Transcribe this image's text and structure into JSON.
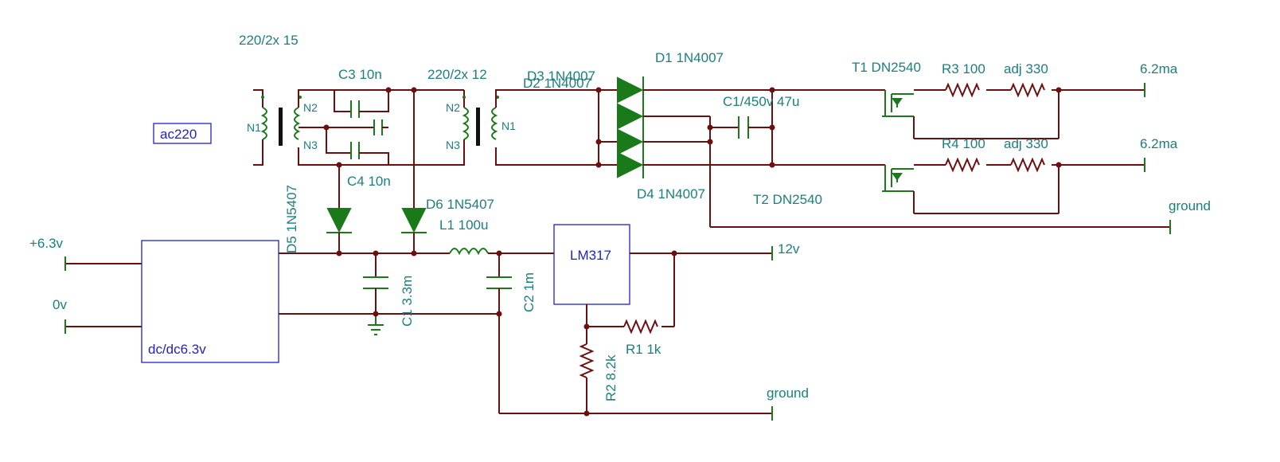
{
  "labels": {
    "t1_ratio": "220/2x 15",
    "t2_ratio": "220/2x 12",
    "ac_in": "ac220",
    "n1a": "N1",
    "n2a": "N2",
    "n3a": "N3",
    "n1b": "N1",
    "n2b": "N2",
    "n3b": "N3",
    "c3": "C3 10n",
    "c4": "C4 10n",
    "d3": "D3 1N4007",
    "d2": "D2 1N4007",
    "d1": "D1 1N4007",
    "d4": "D4 1N4007",
    "c1hv": "C1/450v 47u",
    "t1": "T1 DN2540",
    "t2": "T2 DN2540",
    "r3": "R3 100",
    "r4": "R4 100",
    "adj1": "adj 330",
    "adj2": "adj 330",
    "out1": "6.2ma",
    "out2": "6.2ma",
    "ground_top": "ground",
    "d5": "D5 1N5407",
    "d6": "D6 1N5407",
    "l1": "L1 100u",
    "lm317": "LM317",
    "v12": "12v",
    "vin_pos": "+6.3v",
    "vin_0": "0v",
    "dcdc": "dc/dc6.3v",
    "c1": "C1 3.3m",
    "c2": "C2 1m",
    "r1": "R1 1k",
    "r2": "R2 8.2k",
    "ground_bot": "ground"
  }
}
